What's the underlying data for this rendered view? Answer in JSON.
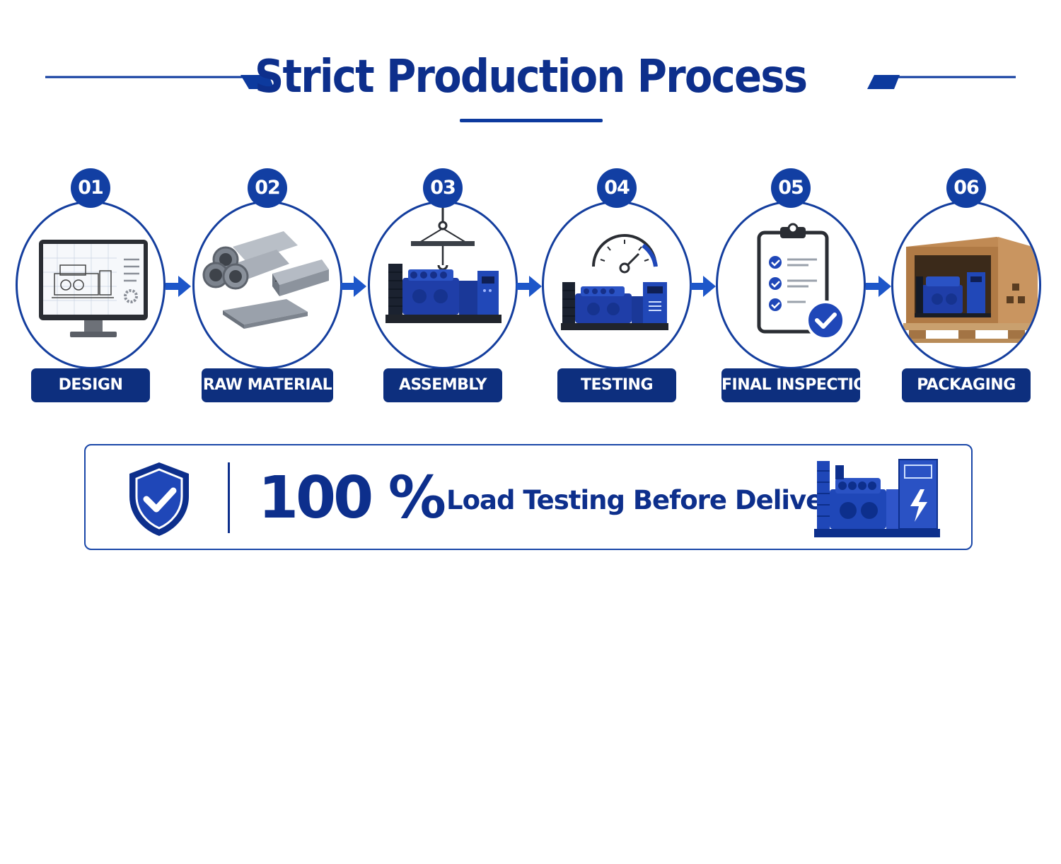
{
  "header": {
    "title": "Strict Production Process"
  },
  "steps": [
    {
      "number": "01",
      "label": "DESIGN",
      "icon": "monitor-blueprint-icon"
    },
    {
      "number": "02",
      "label": "RAW MATERIAL",
      "icon": "steel-pipes-plates-icon"
    },
    {
      "number": "03",
      "label": "ASSEMBLY",
      "icon": "crane-genset-icon"
    },
    {
      "number": "04",
      "label": "TESTING",
      "icon": "gauge-genset-icon"
    },
    {
      "number": "05",
      "label": "FINAL INSPECTION",
      "icon": "checklist-clipboard-icon"
    },
    {
      "number": "06",
      "label": "PACKAGING",
      "icon": "crated-genset-icon"
    }
  ],
  "banner": {
    "percent": "100 %",
    "text": "Load Testing Before Delivery",
    "shield_icon": "shield-check-icon",
    "genset_icon": "generator-set-icon"
  },
  "colors": {
    "primary": "#0d2f8c",
    "label_bg": "#0d2f7e",
    "accent_blue": "#1f47b8",
    "arrow": "#1d56c9"
  }
}
